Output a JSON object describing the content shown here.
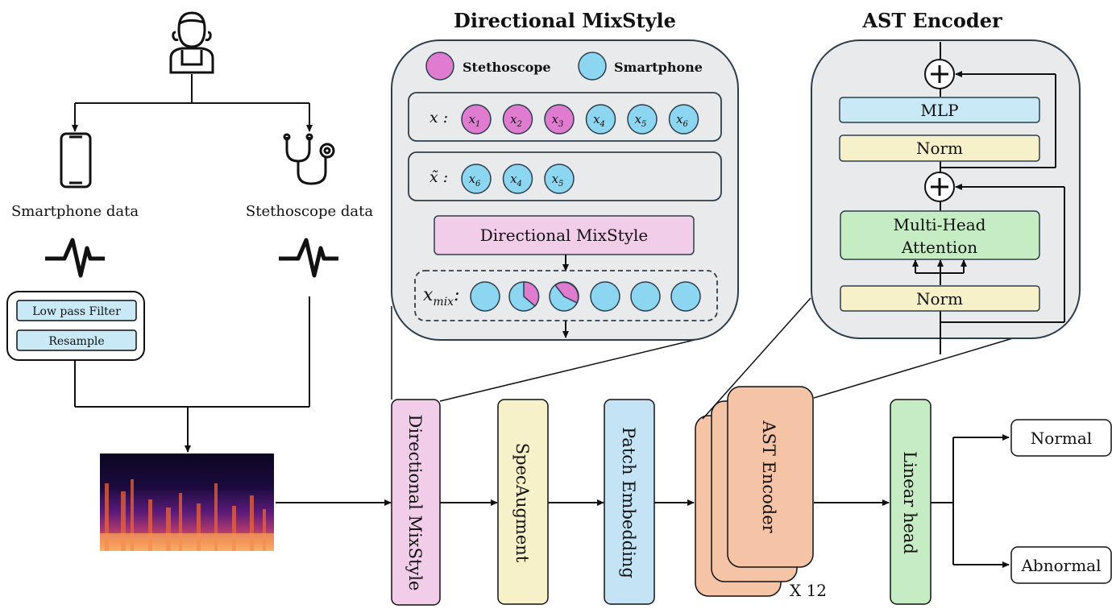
{
  "titles": {
    "mixstyle_panel": "Directional MixStyle",
    "encoder_panel": "AST Encoder"
  },
  "sources": {
    "smartphone": "Smartphone data",
    "stethoscope": "Stethoscope data"
  },
  "preprocess": {
    "lowpass": "Low pass Filter",
    "resample": "Resample"
  },
  "mixstyle": {
    "legend_stethoscope": "Stethoscope",
    "legend_smartphone": "Smartphone",
    "x_label": "x :",
    "xtilde_label": "x̃ :",
    "xmix_label": "x",
    "xmix_sub": "mix",
    "x_items": [
      {
        "base": "x",
        "sub": "1",
        "domain": "stethoscope"
      },
      {
        "base": "x",
        "sub": "2",
        "domain": "stethoscope"
      },
      {
        "base": "x",
        "sub": "3",
        "domain": "stethoscope"
      },
      {
        "base": "x",
        "sub": "4",
        "domain": "smartphone"
      },
      {
        "base": "x",
        "sub": "5",
        "domain": "smartphone"
      },
      {
        "base": "x",
        "sub": "6",
        "domain": "smartphone"
      }
    ],
    "xtilde_items": [
      {
        "base": "x",
        "sub": "6",
        "domain": "smartphone"
      },
      {
        "base": "x",
        "sub": "4",
        "domain": "smartphone"
      },
      {
        "base": "x",
        "sub": "5",
        "domain": "smartphone"
      }
    ],
    "block_label": "Directional MixStyle"
  },
  "encoder": {
    "mlp": "MLP",
    "norm_top": "Norm",
    "attention_line1": "Multi-Head",
    "attention_line2": "Attention",
    "norm_bottom": "Norm"
  },
  "pipeline": {
    "mixstyle": "Directional MixStyle",
    "specaugment": "SpecAugment",
    "patch_embedding": "Patch Embedding",
    "ast_encoder": "AST Encoder",
    "repeat": "X 12",
    "linear_head": "Linear head"
  },
  "outputs": {
    "normal": "Normal",
    "abnormal": "Abnormal"
  },
  "colors": {
    "stethoscope_pink": "#e07cd0",
    "smartphone_blue": "#8dd6f2",
    "mixstyle_block": "#f2cdea",
    "specaugment_block": "#f6f1c8",
    "patch_block": "#c4e3f5",
    "encoder_block": "#f5c3a6",
    "linear_block": "#c6ecc4",
    "mlp_block": "#c9e9f7",
    "norm_block": "#f6f1c8",
    "attention_block": "#c6ecc4",
    "panel_fill": "#e9eaeb",
    "stroke_dark": "#2c3e4c"
  }
}
